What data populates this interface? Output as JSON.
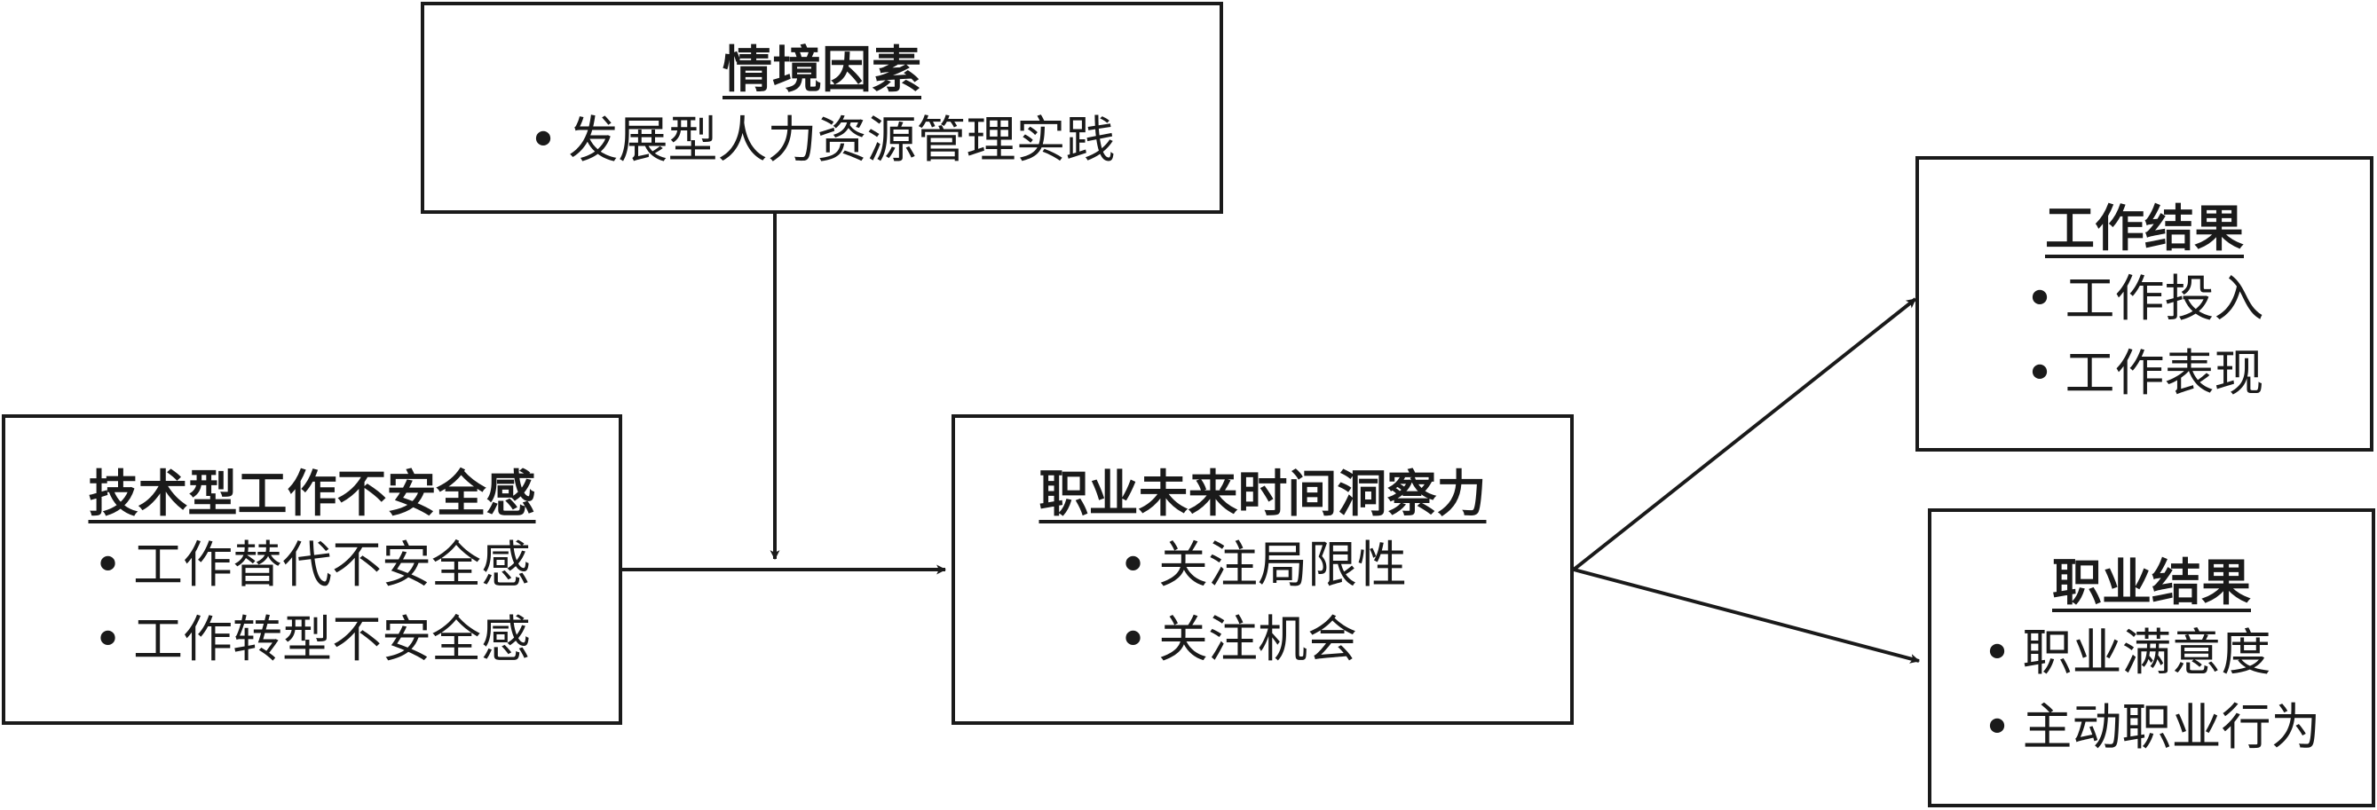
{
  "nodes": {
    "context": {
      "title": "情境因素",
      "items": [
        "发展型人力资源管理实践"
      ]
    },
    "insecurity": {
      "title": "技术型工作不安全感",
      "items": [
        "工作替代不安全感",
        "工作转型不安全感"
      ]
    },
    "foresight": {
      "title": "职业未来时间洞察力",
      "items": [
        "关注局限性",
        "关注机会"
      ]
    },
    "work": {
      "title": "工作结果",
      "items": [
        "工作投入",
        "工作表现"
      ]
    },
    "career": {
      "title": "职业结果",
      "items": [
        "职业满意度",
        "主动职业行为"
      ]
    }
  },
  "bullet": "•",
  "edges": [
    {
      "from": "context",
      "to": "insecurity-foresight-arrow",
      "type": "moderates"
    },
    {
      "from": "insecurity",
      "to": "foresight"
    },
    {
      "from": "foresight",
      "to": "work"
    },
    {
      "from": "foresight",
      "to": "career"
    }
  ],
  "colors": {
    "stroke": "#1a1a1a",
    "background": "#ffffff"
  }
}
